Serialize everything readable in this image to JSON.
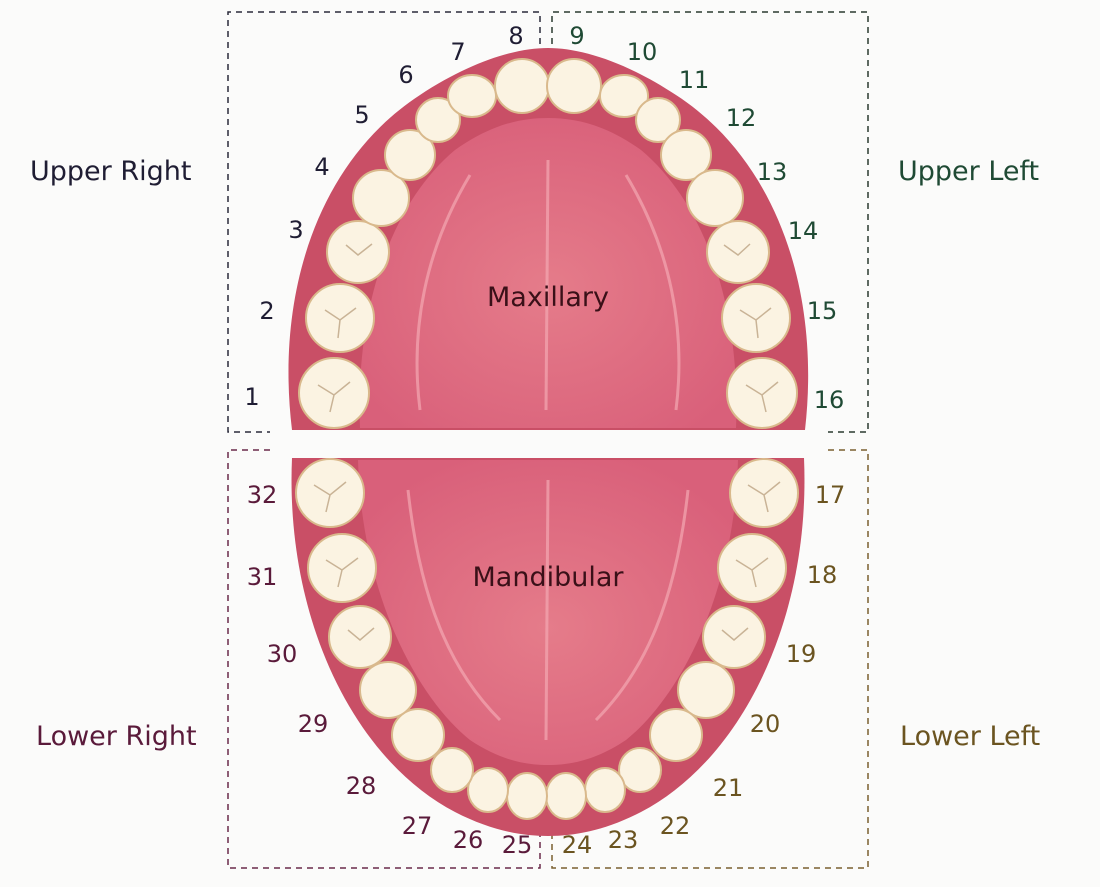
{
  "quadrants": {
    "upper_right": "Upper Right",
    "upper_left": "Upper Left",
    "lower_right": "Lower Right",
    "lower_left": "Lower Left"
  },
  "jaws": {
    "maxillary": "Maxillary",
    "mandibular": "Mandibular"
  },
  "teeth": {
    "upper": [
      "1",
      "2",
      "3",
      "4",
      "5",
      "6",
      "7",
      "8",
      "9",
      "10",
      "11",
      "12",
      "13",
      "14",
      "15",
      "16"
    ],
    "lower": [
      "17",
      "18",
      "19",
      "20",
      "21",
      "22",
      "23",
      "24",
      "25",
      "26",
      "27",
      "28",
      "29",
      "30",
      "31",
      "32"
    ]
  },
  "colors": {
    "gum": "#c94f66",
    "palate": "#e0707f",
    "tooth": "#fbf3e2",
    "upper_right_text": "#1f1d33",
    "upper_left_text": "#1f4a34",
    "lower_right_text": "#5a1a3a",
    "lower_left_text": "#6b5420"
  }
}
